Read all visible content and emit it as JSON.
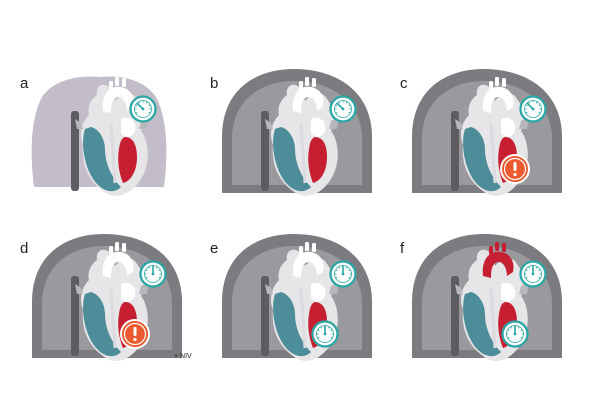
{
  "panels": [
    {
      "label": "a",
      "shape": "thorax",
      "gauges": [
        {
          "pos": "right",
          "needle": -45
        }
      ],
      "warning": false,
      "red_aorta": false,
      "note": ""
    },
    {
      "label": "b",
      "shape": "chamber",
      "gauges": [
        {
          "pos": "top-right",
          "needle": -45
        }
      ],
      "warning": false,
      "red_aorta": false,
      "note": ""
    },
    {
      "label": "c",
      "shape": "chamber",
      "gauges": [
        {
          "pos": "top-right",
          "needle": -45
        }
      ],
      "warning": true,
      "red_aorta": false,
      "note": ""
    },
    {
      "label": "d",
      "shape": "chamber",
      "gauges": [
        {
          "pos": "top-right",
          "needle": 0
        }
      ],
      "warning": true,
      "red_aorta": false,
      "note": "+ NIV"
    },
    {
      "label": "e",
      "shape": "chamber",
      "gauges": [
        {
          "pos": "top-right",
          "needle": 0
        },
        {
          "pos": "low-right",
          "needle": 0
        }
      ],
      "warning": false,
      "red_aorta": false,
      "note": ""
    },
    {
      "label": "f",
      "shape": "chamber",
      "gauges": [
        {
          "pos": "top-right",
          "needle": 0
        },
        {
          "pos": "low-right",
          "needle": 0
        }
      ],
      "warning": false,
      "red_aorta": true,
      "note": ""
    }
  ],
  "colors": {
    "chamber": "#7c7c80",
    "chamber_inner": "#9a9a9e",
    "thorax": "#c3bdc9",
    "heart_outline": "#e6e6e8",
    "right_heart": "#4d8c99",
    "left_heart": "#c71f32",
    "gauge": "#2aa6a4",
    "warning": "#ea5a2e"
  }
}
